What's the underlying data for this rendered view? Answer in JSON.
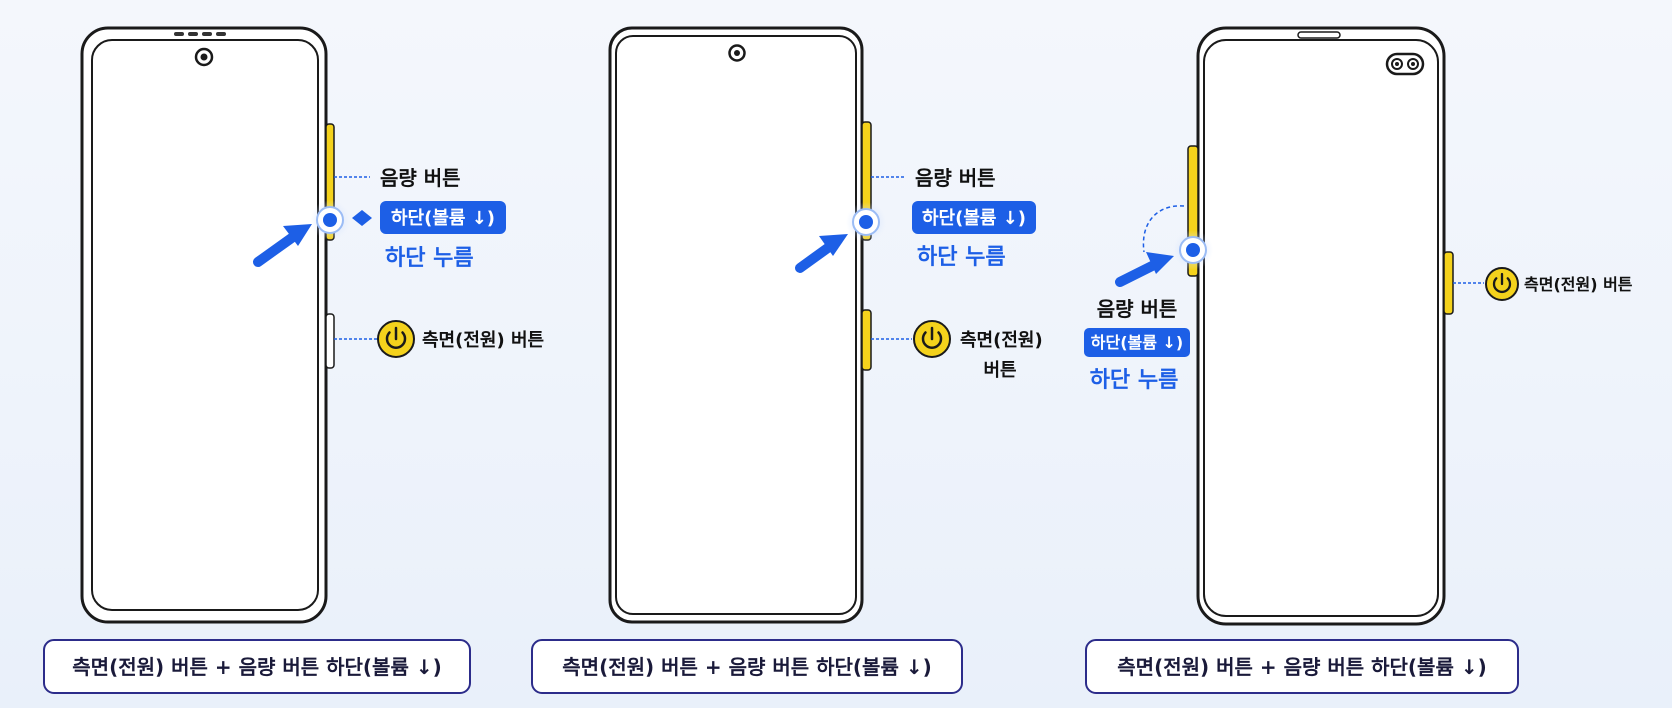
{
  "colors": {
    "accent_blue": "#1d5fe6",
    "button_yellow": "#f4d21c",
    "caption_border": "#2c2c8a",
    "phone_outline": "#1a1a1a"
  },
  "panels": [
    {
      "volume_label": "음량 버튼",
      "volume_chip": "하단(볼륨 ↓)",
      "press_label": "하단 누름",
      "power_label": "측면(전원) 버튼",
      "caption": "측면(전원) 버튼 + 음량 버튼 하단(볼륨 ↓)"
    },
    {
      "volume_label": "음량 버튼",
      "volume_chip": "하단(볼륨 ↓)",
      "press_label": "하단 누름",
      "power_label_line1": "측면(전원)",
      "power_label_line2": "버튼",
      "caption": "측면(전원) 버튼 + 음량 버튼 하단(볼륨 ↓)"
    },
    {
      "volume_label": "음량 버튼",
      "volume_chip": "하단(볼륨 ↓)",
      "press_label": "하단 누름",
      "power_label": "측면(전원) 버튼",
      "caption": "측면(전원) 버튼 + 음량 버튼 하단(볼륨 ↓)"
    }
  ],
  "icons": [
    "power-icon",
    "arrow-icon",
    "press-target-icon",
    "front-camera-icon",
    "speaker-grille-icon"
  ]
}
